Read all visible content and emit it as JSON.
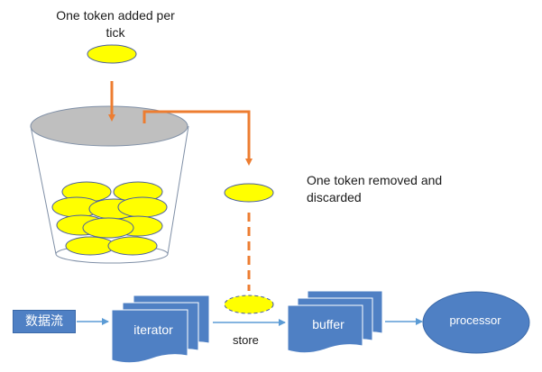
{
  "labels": {
    "token_added": "One token added per tick",
    "token_removed": "One token removed and discarded",
    "store": "store"
  },
  "nodes": {
    "source": "数据流",
    "iterator": "iterator",
    "buffer": "buffer",
    "processor": "processor"
  },
  "colors": {
    "token_fill": "#ffff00",
    "token_stroke": "#4a5fa0",
    "arrow_orange": "#ed7d31",
    "flow_blue": "#5b9bd5",
    "node_blue": "#4f80c4",
    "bucket_top": "#bfbfbf"
  }
}
